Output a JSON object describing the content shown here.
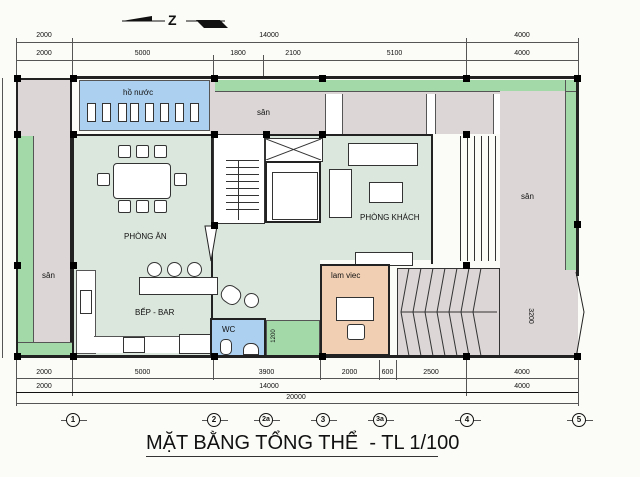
{
  "title": {
    "main": "MẶT BẰNG TỔNG THỂ  - TL 1/100"
  },
  "north_arrow": {
    "icon": "north-arrow-icon",
    "letter": "Z"
  },
  "dimensions": {
    "top_overall": [
      {
        "label": "2000"
      },
      {
        "label": "14000"
      },
      {
        "label": "4000"
      }
    ],
    "top_detail": [
      {
        "label": "2000"
      },
      {
        "label": "5000"
      },
      {
        "label": "1800"
      },
      {
        "label": "2100"
      },
      {
        "label": "5100"
      },
      {
        "label": "4000"
      }
    ],
    "bottom_detail": [
      {
        "label": "2000"
      },
      {
        "label": "5000"
      },
      {
        "label": "3900"
      },
      {
        "label": "2000"
      },
      {
        "label": "600"
      },
      {
        "label": "2500"
      },
      {
        "label": "4000"
      }
    ],
    "bottom_overall": [
      {
        "label": "2000"
      },
      {
        "label": "14000"
      },
      {
        "label": "4000"
      }
    ],
    "bottom_total": {
      "label": "20000"
    },
    "vertical_3200": {
      "label": "3200"
    },
    "vertical_1200": {
      "label": "1200"
    }
  },
  "axes": [
    {
      "label": "1"
    },
    {
      "label": "2"
    },
    {
      "label": "2a"
    },
    {
      "label": "3"
    },
    {
      "label": "3a"
    },
    {
      "label": "4"
    },
    {
      "label": "5"
    }
  ],
  "rooms": {
    "ho_nuoc": "hồ nước",
    "san_top": "sân",
    "san_left": "sân",
    "san_right": "sân",
    "phong_an": "PHÒNG ĂN",
    "phong_khach": "PHÒNG KHÁCH",
    "bep_bar": "BẾP - BAR",
    "wc": "WC",
    "lam_viec": "lam viec"
  },
  "colors": {
    "terrace": "#dcd6d6",
    "garden": "#a3d9a9",
    "pool": "#acd0ef",
    "interior": "#dbe6dc",
    "office": "#f1cfb3",
    "wc": "#acd0ef",
    "background": "#fbfcf7"
  }
}
